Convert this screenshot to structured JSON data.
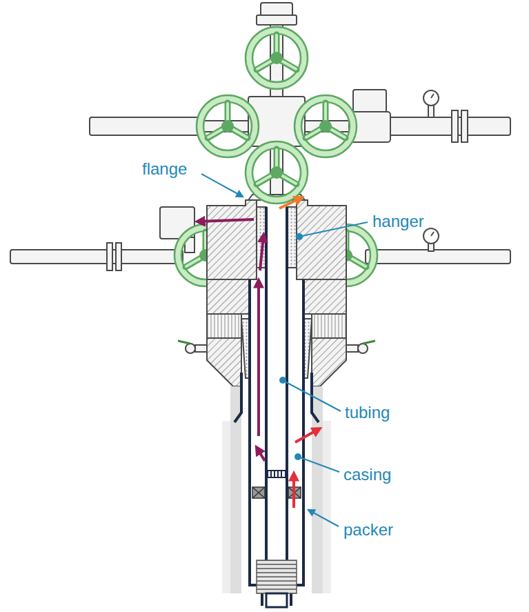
{
  "diagram": {
    "labels": [
      "flange",
      "hanger",
      "tubing",
      "casing",
      "packer"
    ]
  }
}
